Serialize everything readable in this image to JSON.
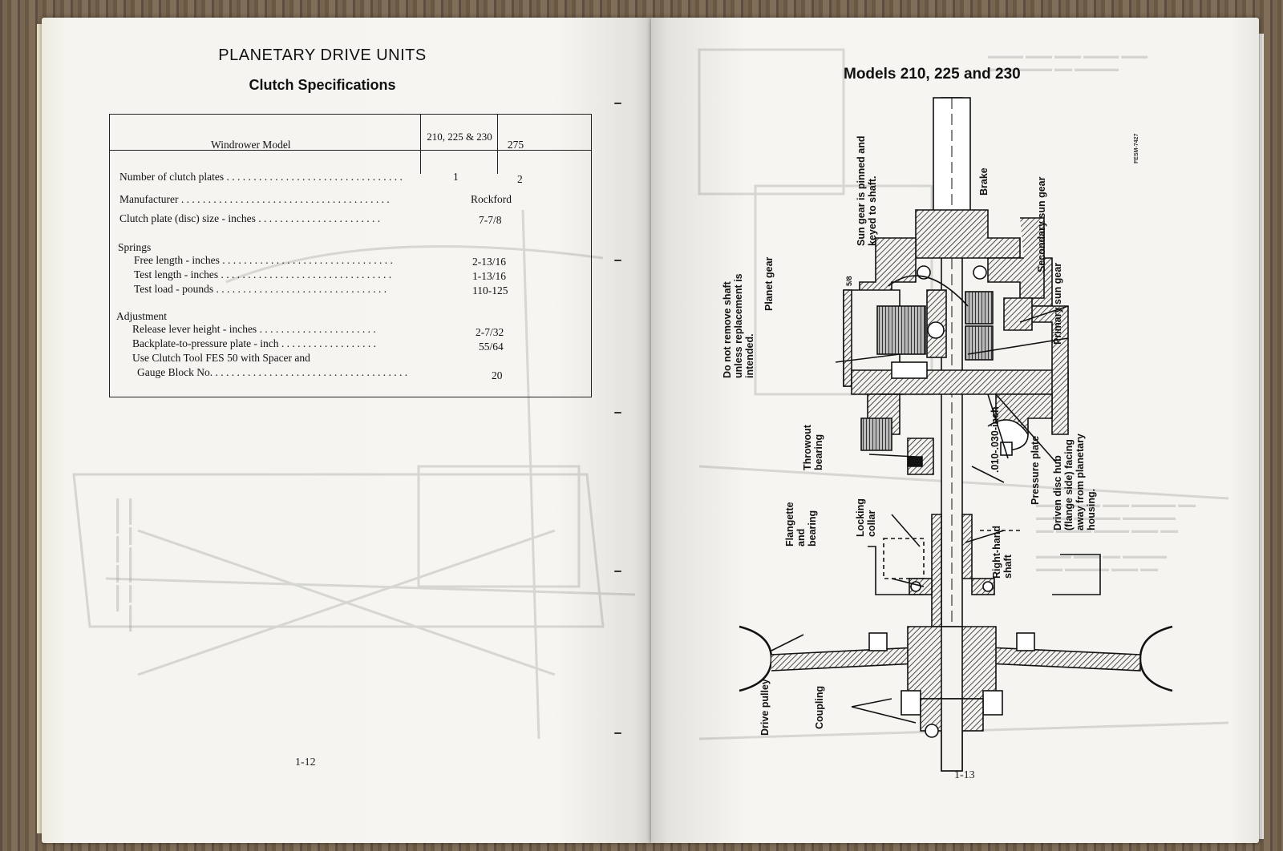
{
  "left_page": {
    "title": "PLANETARY DRIVE UNITS",
    "subtitle": "Clutch Specifications",
    "table": {
      "header_model": "Windrower Model",
      "header_col1": "210, 225 & 230",
      "header_col2": "275",
      "rows": [
        {
          "label": "Number of clutch plates",
          "v1": "1",
          "v2": "2"
        },
        {
          "label": "Manufacturer",
          "shared": "Rockford"
        },
        {
          "label": "Clutch plate (disc) size - inches",
          "shared": "7-7/8"
        },
        {
          "group": "Springs"
        },
        {
          "label": "Free length - inches",
          "shared": "2-13/16"
        },
        {
          "label": "Test length - inches",
          "shared": "1-13/16"
        },
        {
          "label": "Test load - pounds",
          "shared": "110-125"
        },
        {
          "group": "Adjustment"
        },
        {
          "label": "Release lever height - inches",
          "shared": "2-7/32"
        },
        {
          "label": "Backplate-to-pressure plate - inch",
          "shared": "55/64"
        },
        {
          "label": "Use Clutch Tool FES 50 with Spacer and"
        },
        {
          "label": "Gauge Block No.",
          "shared": "20"
        }
      ]
    },
    "page_number": "1-12"
  },
  "right_page": {
    "title": "Models 210, 225 and 230",
    "figure_code": "FESM-7427",
    "fraction_mark": "5/8",
    "callouts": {
      "sun_gear": "Sun gear is pinned and keyed to shaft.",
      "brake": "Brake",
      "secondary_sun_gear": "Secondary sun gear",
      "primary_sun_gear": "Primary sun gear",
      "planet_gear": "Planet gear",
      "do_not_remove": "Do not remove shaft unless replacement is intended.",
      "throwout_bearing": "Throwout bearing",
      "driven_disc_hub": "Driven disc hub (flange side) facing away from planetary housing.",
      "pressure_plate": "Pressure plate",
      "clearance": ".010-.030-inch",
      "locking_collar": "Locking collar",
      "flangette": "Flangette and bearing",
      "right_hand_shaft": "Right-hand shaft",
      "drive_pulley": "Drive pulley",
      "coupling": "Coupling"
    },
    "page_number": "1-13"
  }
}
